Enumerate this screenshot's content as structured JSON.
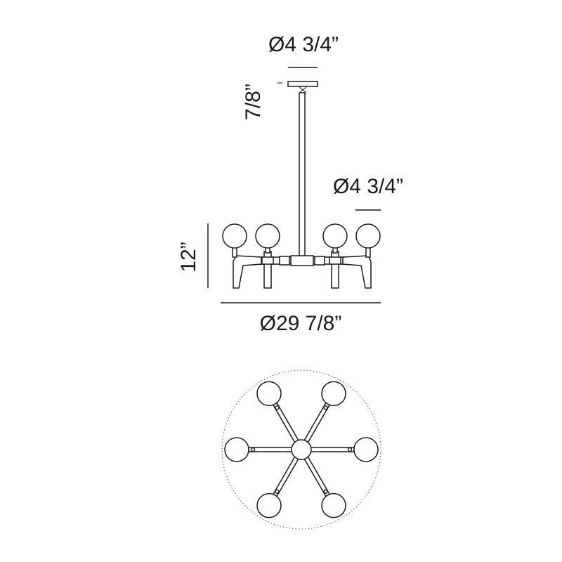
{
  "dimensions": {
    "canopy_diameter": "Ø4 3/4”",
    "canopy_height": "7/8”",
    "globe_diameter": "Ø4 3/4”",
    "fixture_height": "12”",
    "fixture_diameter": "Ø29 7/8”"
  },
  "top_view": {
    "arm_count": 6
  },
  "colors": {
    "line": "#1a1a1a",
    "background": "#ffffff"
  }
}
